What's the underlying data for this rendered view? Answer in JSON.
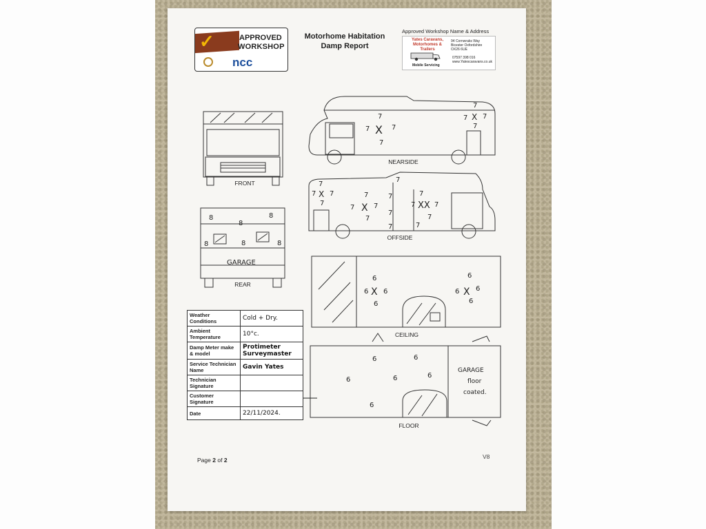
{
  "logo": {
    "approved": "APPROVED",
    "workshop": "WORKSHOP",
    "ncc": "ncc"
  },
  "report": {
    "title_line1": "Motorhome Habitation",
    "title_line2": "Damp Report"
  },
  "workshop": {
    "label": "Approved Workshop Name & Address",
    "name": "Yates Caravans, Motorhomes & Trailers",
    "address": "94 Cornwraks Way\nBicester Oxfordshire\nOX26 6UE",
    "contact": "07597 398 016\nwww.Yatescaravans.co.uk",
    "service": "Mobile Servicing"
  },
  "diagrams": {
    "front": "FRONT",
    "nearside": "NEARSIDE",
    "offside": "OFFSIDE",
    "rear": "REAR",
    "ceiling": "CEILING",
    "floor": "FLOOR"
  },
  "handwriting": {
    "garage": "GARAGE",
    "garage_floor_note": [
      "GARAGE",
      "floor",
      "coated."
    ],
    "readings": {
      "nearside": "7",
      "offside": "7",
      "rear": "8",
      "ceiling": "6",
      "floor": "6"
    }
  },
  "info_table": {
    "weather_label": "Weather Conditions",
    "weather_value": "Cold + Dry.",
    "temperature_label": "Ambient Temperature",
    "temperature_value": "10°c.",
    "meter_label": "Damp Meter make & model",
    "meter_value": "Protimeter Surveymaster",
    "technician_label": "Service Technician Name",
    "technician_value": "Gavin Yates",
    "tech_signature_label": "Technician Signature",
    "customer_signature_label": "Customer Signature",
    "date_label": "Date",
    "date_value": "22/11/2024."
  },
  "footer": {
    "page_prefix": "Page",
    "page_current": "2",
    "page_of": "of",
    "page_total": "2",
    "version": "V8"
  },
  "colors": {
    "ink": "#222222",
    "paper": "#f7f6f3",
    "wood": "#8a3b1e",
    "tick": "#f2b705",
    "ncc_blue": "#1c4f9c",
    "carpet": "#c2b89e"
  }
}
